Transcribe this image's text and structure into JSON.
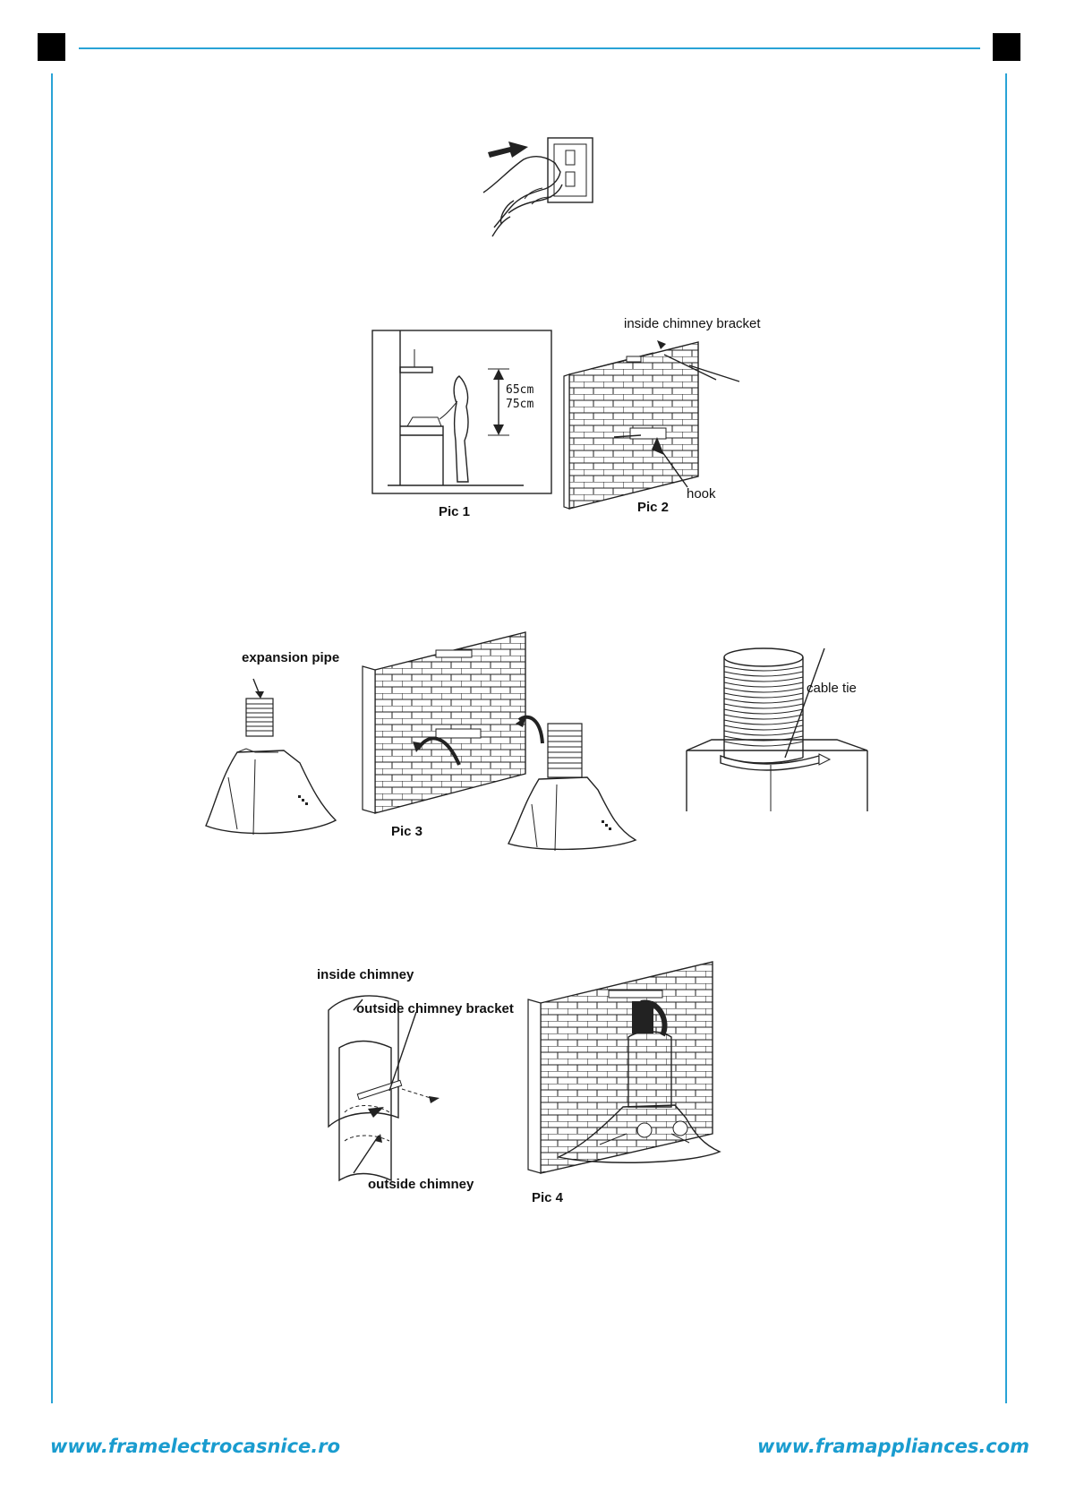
{
  "illustration_1": {
    "title": ""
  },
  "illustration_2": {
    "label_height_top": "65cm",
    "label_height_bottom": "75cm",
    "caption_pic1": "Pic 1",
    "label_inside_chimney_bracket": "inside chimney bracket",
    "label_hook": "hook",
    "caption_pic2": "Pic 2"
  },
  "illustration_3": {
    "label_expansion_pipe": "expansion pipe",
    "caption_pic3": "Pic 3",
    "label_cable_tie": "cable tie"
  },
  "illustration_4": {
    "label_inside_chimney": "inside chimney",
    "label_outside_chimney_bracket": "outside chimney bracket",
    "label_outside_chimney": "outside chimney",
    "caption_pic4": "Pic 4"
  },
  "footer": {
    "url_left": "www.framelectrocasnice.ro",
    "url_right": "www.framappliances.com"
  },
  "colors": {
    "frame_accent": "#29a3d6",
    "url_color": "#1a9ccf"
  }
}
